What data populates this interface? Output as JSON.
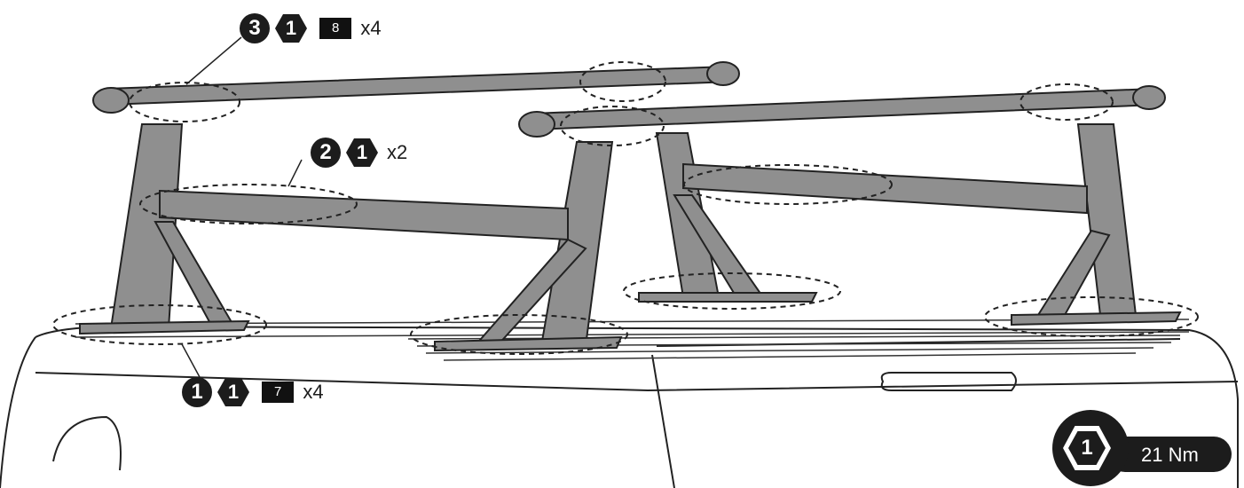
{
  "callouts": [
    {
      "step": "3",
      "tool": "1",
      "size": "8",
      "qty": "x4"
    },
    {
      "step": "2",
      "tool": "1",
      "size": "",
      "qty": "x2"
    },
    {
      "step": "1",
      "tool": "1",
      "size": "7",
      "qty": "x4"
    }
  ],
  "torque": {
    "tool": "1",
    "value": "21 Nm"
  },
  "colors": {
    "ink": "#1c1c1c",
    "frame": "#8f8f8f",
    "line": "#222222"
  },
  "icons": [
    "circle-step-icon",
    "hex-tool-icon",
    "wrench-torque-icon"
  ]
}
